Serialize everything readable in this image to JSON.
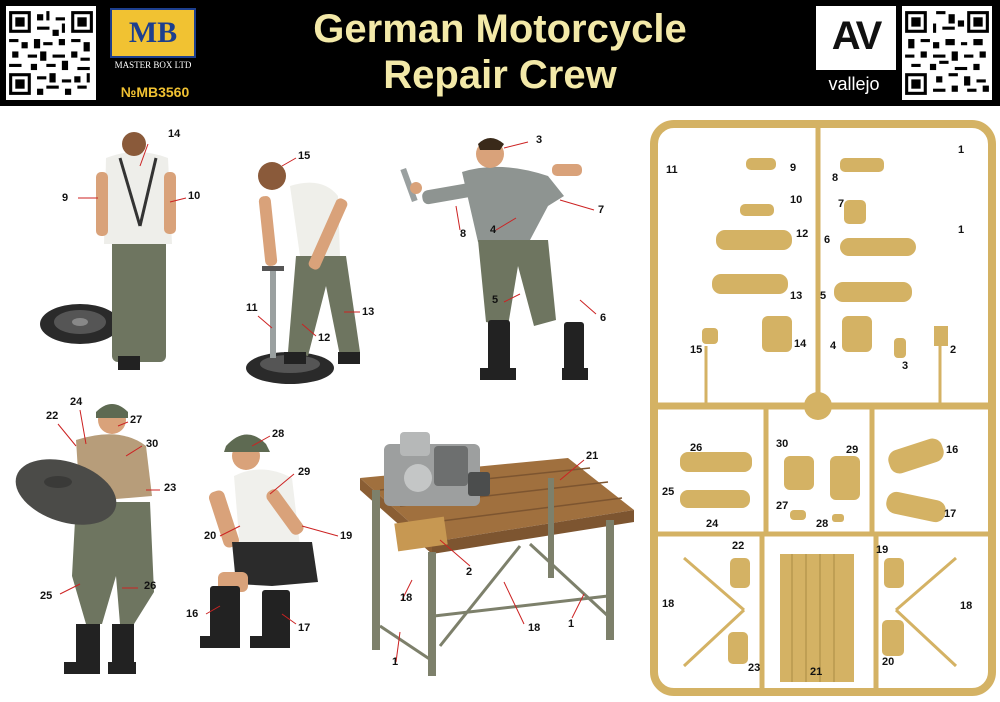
{
  "header": {
    "title_line1": "German Motorcycle",
    "title_line2": "Repair Crew",
    "mb_logo_text": "MB",
    "mb_subtitle": "MASTER BOX LTD",
    "product_number": "№MB3560",
    "av_logo_text": "AV",
    "vallejo_text": "vallejo"
  },
  "colors": {
    "header_bg": "#000000",
    "title": "#f3e9a8",
    "sprue": "#d4b264",
    "uniform": "#6e7560",
    "table_wood": "#a0703e"
  },
  "figure_labels": {
    "f1": [
      "14",
      "9",
      "10"
    ],
    "f2": [
      "15",
      "11",
      "12",
      "13"
    ],
    "f3": [
      "3",
      "8",
      "4",
      "7",
      "5",
      "6"
    ],
    "f4": [
      "24",
      "22",
      "27",
      "30",
      "23",
      "25",
      "26"
    ],
    "f5": [
      "28",
      "29",
      "20",
      "19",
      "16",
      "17"
    ],
    "table": [
      "21",
      "2",
      "18",
      "18",
      "1",
      "1"
    ]
  },
  "sprue_labels": [
    "11",
    "9",
    "8",
    "7",
    "1",
    "10",
    "12",
    "6",
    "1",
    "13",
    "5",
    "15",
    "14",
    "4",
    "3",
    "2",
    "26",
    "30",
    "29",
    "16",
    "25",
    "27",
    "24",
    "28",
    "17",
    "22",
    "19",
    "18",
    "18",
    "23",
    "21",
    "20"
  ]
}
